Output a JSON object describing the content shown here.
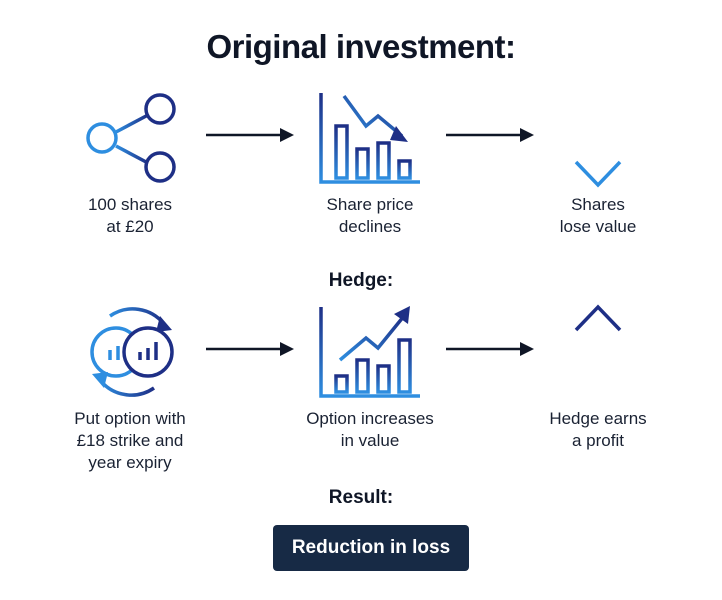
{
  "title": "Original investment:",
  "hedge_label": "Hedge:",
  "result_label": "Result:",
  "result_button": "Reduction in loss",
  "row1": {
    "shares": "100 shares\nat £20",
    "decline": "Share price\ndeclines",
    "lose": "Shares\nlose value"
  },
  "row2": {
    "put": "Put option with\n£18 strike and\nyear expiry",
    "increase": "Option increases\nin value",
    "earn": "Hedge earns\na profit"
  },
  "colors": {
    "icon_light": "#2e8ee0",
    "icon_dark": "#1e2f86",
    "arrow": "#0f1626",
    "button_bg": "#172a45"
  }
}
